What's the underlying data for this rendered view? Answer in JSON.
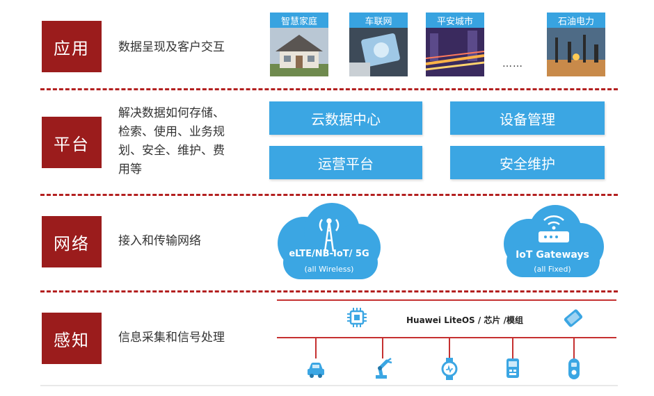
{
  "layers": [
    {
      "label": "应用",
      "desc": "数据呈现及客户交互"
    },
    {
      "label": "平台",
      "desc_lines": [
        "解决数据如何存储、",
        "检索、使用、业务规",
        "划、安全、维护、费",
        "用等"
      ]
    },
    {
      "label": "网络",
      "desc": "接入和传输网络"
    },
    {
      "label": "感知",
      "desc": "信息采集和信号处理"
    }
  ],
  "applications": [
    {
      "label": "智慧家庭",
      "icon": "house-photo"
    },
    {
      "label": "车联网",
      "icon": "car-dashboard-photo"
    },
    {
      "label": "平安城市",
      "icon": "city-traffic-photo"
    },
    {
      "label": "石油电力",
      "icon": "oil-refinery-photo"
    }
  ],
  "applications_more": "……",
  "platform_boxes": [
    "云数据中心",
    "设备管理",
    "运营平台",
    "安全维护"
  ],
  "network": {
    "wireless": {
      "title": "eLTE/NB-IoT/ 5G",
      "subtitle": "(all Wireless)",
      "icon": "antenna-tower-icon"
    },
    "fixed": {
      "title": "IoT Gateways",
      "subtitle": "(all Fixed)",
      "icon": "router-icon"
    }
  },
  "perception": {
    "bus_label": "Huawei LiteOS / 芯片 /模组",
    "devices": [
      "car-icon",
      "robot-arm-icon",
      "smart-watch-icon",
      "meter-icon",
      "smart-lock-icon"
    ]
  },
  "colors": {
    "label_red": "#9b1c1c",
    "box_blue": "#3ba6e3",
    "separator_red": "#b32020"
  }
}
